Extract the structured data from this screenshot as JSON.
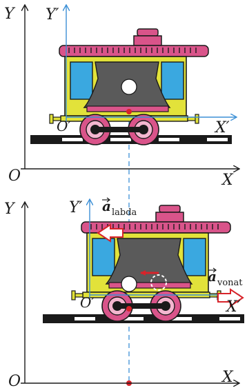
{
  "colors": {
    "axis_black": "#1a1a1a",
    "axis_blue": "#3b8fd6",
    "car_yellow": "#e2e23a",
    "car_pink": "#d9548a",
    "window_blue": "#3aa8e0",
    "body_gray": "#5a5a5a",
    "track_black": "#1a1a1a",
    "arrow_red": "#d8232a",
    "wheel_pink": "#d9548a"
  },
  "top_frame": {
    "y_label": "Y",
    "x_label": "X",
    "origin_label": "O",
    "y_prime_label": "Y′",
    "x_prime_label": "X′",
    "origin_prime_label": "O′"
  },
  "bottom_frame": {
    "y_label": "Y",
    "x_label": "X",
    "origin_label": "O",
    "y_prime_label": "Y′",
    "x_prime_label": "X′",
    "origin_prime_label": "O′",
    "ball_accel_symbol": "a",
    "ball_accel_subscript": "labda",
    "train_accel_symbol": "a",
    "train_accel_subscript": "vonat"
  }
}
